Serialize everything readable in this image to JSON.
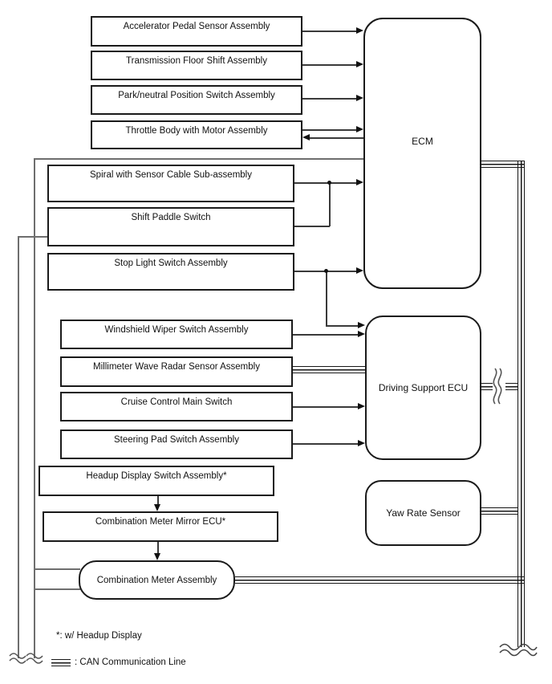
{
  "diagram": {
    "background_color": "#ffffff",
    "line_color": "#1a1a1a",
    "nodes": {
      "accelerator_pedal": {
        "label": "Accelerator Pedal Sensor Assembly"
      },
      "transmission_floor_shift": {
        "label": "Transmission Floor Shift Assembly"
      },
      "park_neutral_position": {
        "label": "Park/neutral Position Switch Assembly"
      },
      "throttle_body": {
        "label": "Throttle Body with Motor Assembly"
      },
      "spiral_cable": {
        "label": "Spiral with Sensor Cable Sub-assembly"
      },
      "shift_paddle": {
        "label": "Shift Paddle Switch"
      },
      "stop_light": {
        "label": "Stop Light Switch Assembly"
      },
      "windshield_wiper": {
        "label": "Windshield Wiper Switch Assembly"
      },
      "millimeter_radar": {
        "label": "Millimeter Wave Radar Sensor Assembly"
      },
      "cruise_control": {
        "label": "Cruise Control Main Switch"
      },
      "steering_pad": {
        "label": "Steering Pad Switch Assembly"
      },
      "headup_switch": {
        "label": "Headup Display Switch Assembly*"
      },
      "meter_mirror_ecu": {
        "label": "Combination Meter Mirror ECU*"
      },
      "ecm": {
        "label": "ECM"
      },
      "driving_support_ecu": {
        "label": "Driving Support ECU"
      },
      "yaw_rate_sensor": {
        "label": "Yaw Rate Sensor"
      },
      "combination_meter": {
        "label": "Combination Meter Assembly"
      }
    },
    "legend": {
      "footnote": "*: w/ Headup Display",
      "can_line_label": ": CAN Communication Line"
    }
  }
}
